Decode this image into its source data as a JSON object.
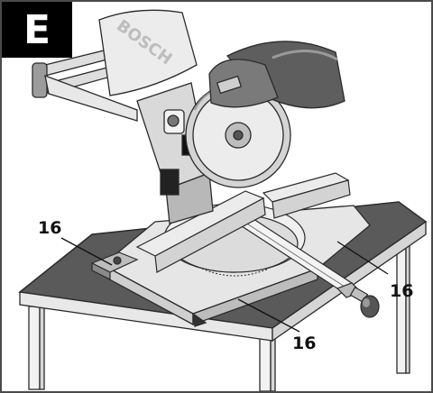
{
  "figure": {
    "letter": "E",
    "brand_text": "BOSCH",
    "callouts": [
      "16",
      "16",
      "16"
    ]
  },
  "colors": {
    "line": "#2b2b2b",
    "metal_light": "#e6e6e6",
    "metal_mid": "#c8c8c8",
    "metal_dark": "#8a8a8a",
    "table_top": "#5a5a5a",
    "table_legs": "#f2f2f2",
    "accent": "#000000"
  }
}
